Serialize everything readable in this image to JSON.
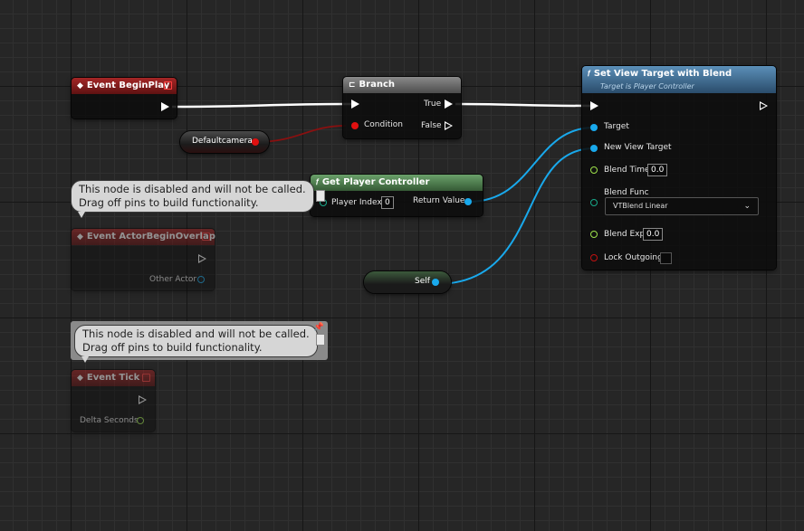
{
  "event_begin_play": {
    "title": "Event BeginPlay"
  },
  "branch": {
    "title": "Branch",
    "condition": "Condition",
    "true": "True",
    "false": "False"
  },
  "defaultcamera": {
    "label": "Defaultcamera"
  },
  "get_player_controller": {
    "title": "Get Player Controller",
    "player_index_label": "Player Index",
    "player_index_value": "0",
    "return_value": "Return Value"
  },
  "set_view_target": {
    "title": "Set View Target with Blend",
    "subtitle": "Target is Player Controller",
    "target": "Target",
    "new_view_target": "New View Target",
    "blend_time_label": "Blend Time",
    "blend_time_value": "0.0",
    "blend_func_label": "Blend Func",
    "blend_func_value": "VTBlend Linear",
    "blend_exp_label": "Blend Exp",
    "blend_exp_value": "0.0",
    "lock_outgoing_label": "Lock Outgoing"
  },
  "self_node": {
    "label": "Self"
  },
  "disabled_message": "This node is disabled and will not be called.\nDrag off pins to build functionality.",
  "event_actor_begin_overlap": {
    "title": "Event ActorBeginOverlap",
    "other_actor": "Other Actor"
  },
  "event_tick": {
    "title": "Event Tick",
    "delta_seconds": "Delta Seconds"
  },
  "colors": {
    "exec_wire": "#ffffff",
    "object_wire": "#19a9ec",
    "bool_wire": "#8a1010",
    "event_header": "#a52626",
    "function_header": "#4a7ea8",
    "pure_header": "#4f7f4f"
  },
  "icons": {
    "event": "diamond-arrow-icon",
    "branch": "branch-icon",
    "function": "function-f-icon",
    "pin": "pushpin-icon"
  }
}
